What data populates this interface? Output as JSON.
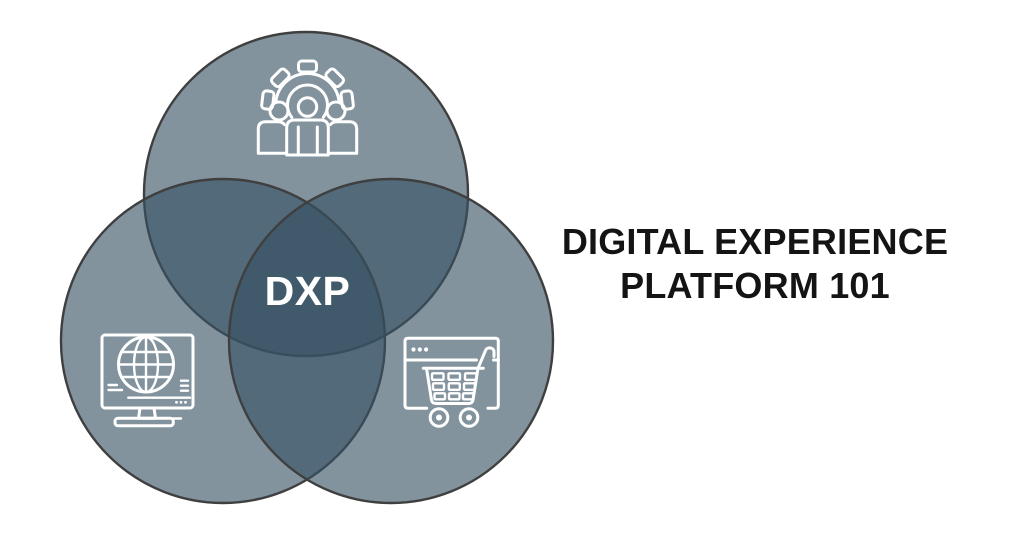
{
  "title": {
    "line1": "DIGITAL EXPERIENCE",
    "line2": "PLATFORM 101"
  },
  "venn": {
    "center_label": "DXP",
    "circles": [
      {
        "position": "top",
        "icon": "team-gear-icon"
      },
      {
        "position": "bottom-left",
        "icon": "monitor-globe-icon"
      },
      {
        "position": "bottom-right",
        "icon": "shopping-cart-icon"
      }
    ]
  },
  "theme": {
    "background": "#ffffff",
    "circle_fill": "rgba(53, 81, 99, 0.62)",
    "circle_stroke": "#3f3f3f",
    "icon_stroke": "#ffffff",
    "title_color": "#141414",
    "center_label_color": "#ffffff"
  }
}
